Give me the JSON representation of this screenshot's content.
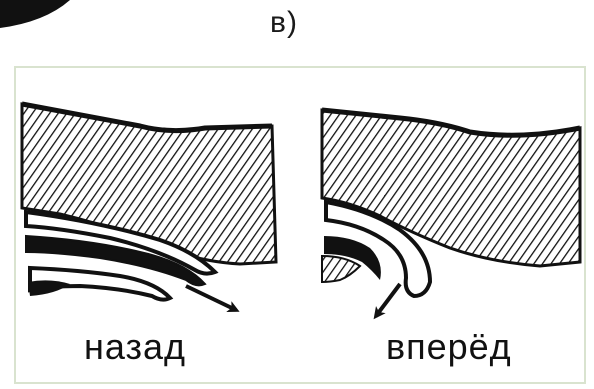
{
  "figure": {
    "label": "в)"
  },
  "panels": [
    {
      "caption": "назад"
    },
    {
      "caption": "вперёд"
    }
  ],
  "colors": {
    "ink": "#111111",
    "frame": "#d9e3cf",
    "background": "#ffffff"
  }
}
